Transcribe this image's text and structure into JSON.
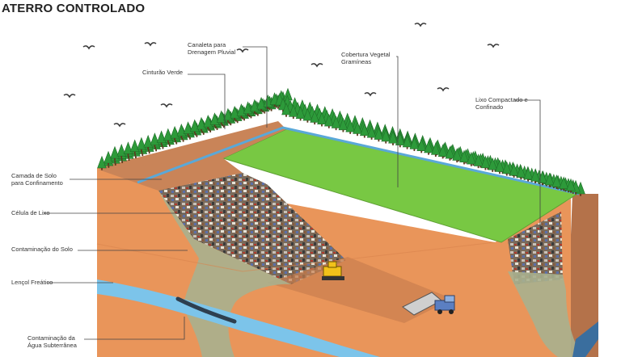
{
  "title": "ATERRO CONTROLADO",
  "labels": {
    "canaleta": [
      "Canaleta para",
      "Drenagem Pluvial"
    ],
    "cobertura": [
      "Cobertura Vegetal",
      "Gramíneas"
    ],
    "cinturao": [
      "Cinturão Verde"
    ],
    "lixo_compactado": [
      "Lixo Compactado e",
      "Confinado"
    ],
    "camada_solo": [
      "Camada de Solo",
      "para Confinamento"
    ],
    "celula_lixo": [
      "Célula de Lixo"
    ],
    "contaminacao_solo": [
      "Contaminação do Solo"
    ],
    "lencol": [
      "Lençol Freático"
    ],
    "contaminacao_agua": [
      "Contaminação da",
      "Água Subterrânea"
    ]
  },
  "colors": {
    "soil": "#e9955a",
    "soil_dark": "#b4724a",
    "grass": "#78c843",
    "trees": "#2d9a3a",
    "water": "#7cc4ea",
    "contamination": "#a9b08e",
    "leader_line": "#444444"
  }
}
